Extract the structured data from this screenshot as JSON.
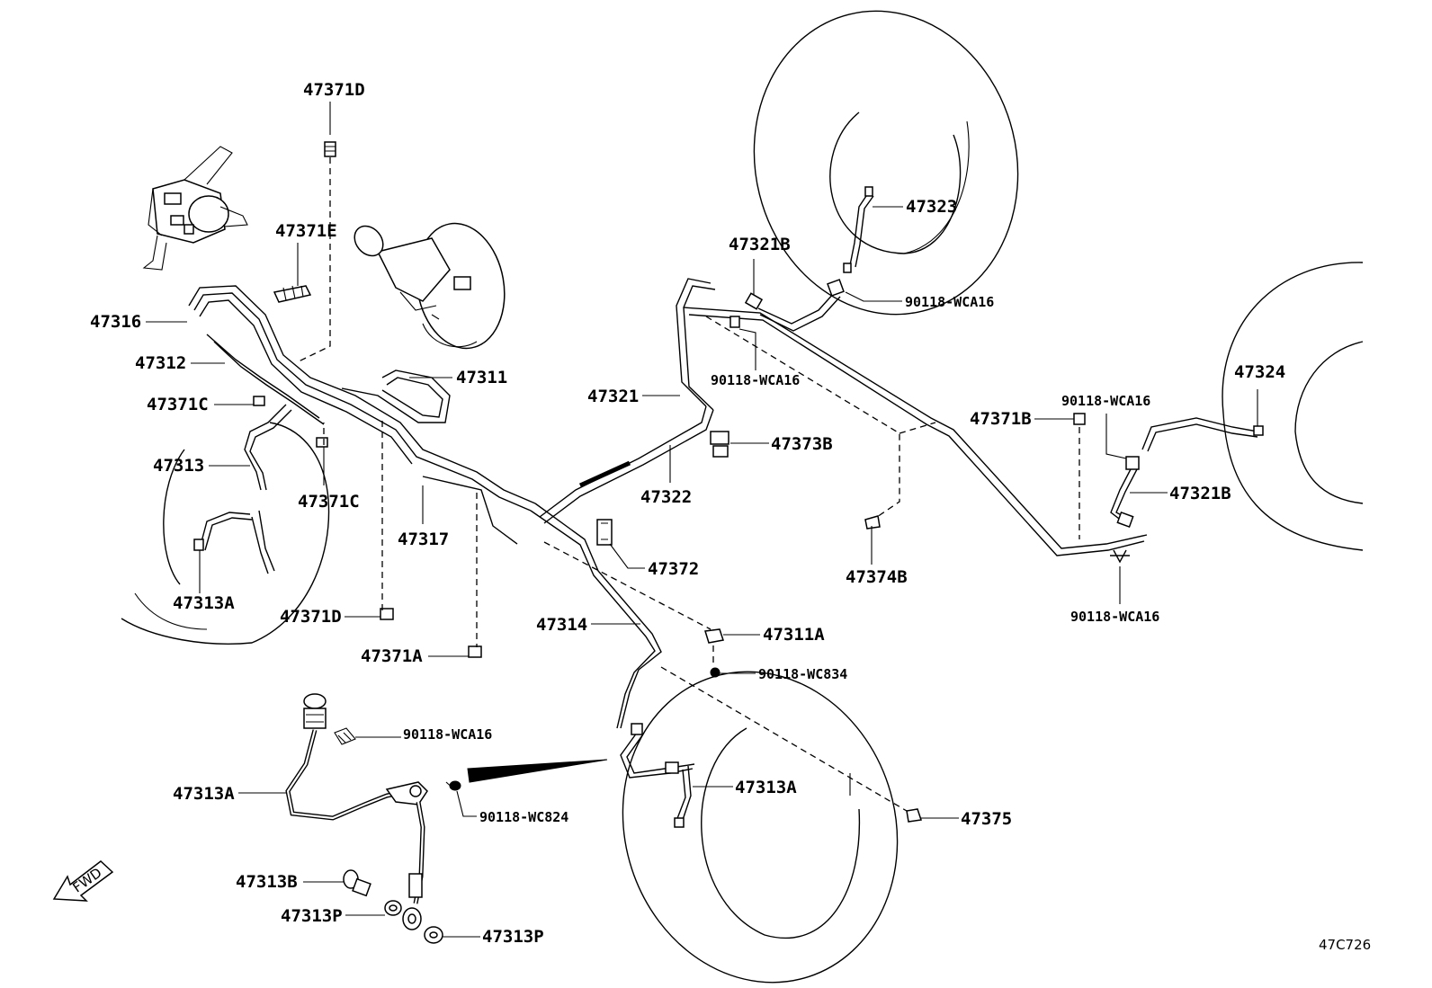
{
  "diagram_code": "47C726",
  "fwd_label": "FWD",
  "labels": {
    "l_47371D_top": "47371D",
    "l_47371E": "47371E",
    "l_47316": "47316",
    "l_47312": "47312",
    "l_47371C_left": "47371C",
    "l_47313": "47313",
    "l_47371C_mid": "47371C",
    "l_47313A_left": "47313A",
    "l_47371D_low": "47371D",
    "l_47371A": "47371A",
    "l_47317": "47317",
    "l_47311": "47311",
    "l_47321": "47321",
    "l_47322": "47322",
    "l_47373B": "47373B",
    "l_47372": "47372",
    "l_47314": "47314",
    "l_47311A": "47311A",
    "l_90118_WC834": "90118-WC834",
    "l_47321B_top": "47321B",
    "l_47323": "47323",
    "l_90118_WCA16_a": "90118-WCA16",
    "l_90118_WCA16_b": "90118-WCA16",
    "l_47371B": "47371B",
    "l_90118_WCA16_c": "90118-WCA16",
    "l_47324": "47324",
    "l_47321B_right": "47321B",
    "l_47374B": "47374B",
    "l_90118_WCA16_d": "90118-WCA16",
    "l_90118_WCA16_e": "90118-WCA16",
    "l_47313A_detail": "47313A",
    "l_90118_WC824": "90118-WC824",
    "l_47313B": "47313B",
    "l_47313P_left": "47313P",
    "l_47313P_right": "47313P",
    "l_47313A_front": "47313A",
    "l_47375": "47375"
  }
}
